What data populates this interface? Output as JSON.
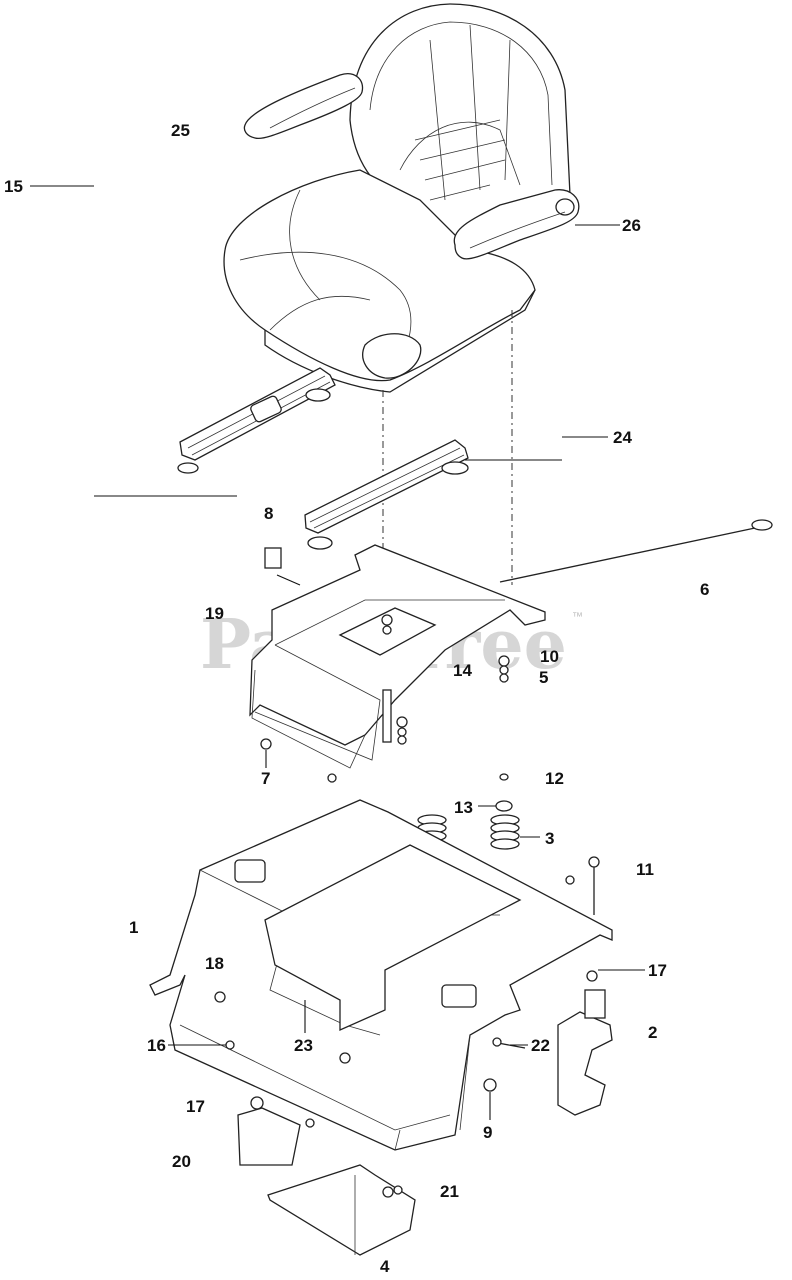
{
  "watermark": {
    "text": "PartsTree",
    "trademark": "™"
  },
  "labels": [
    {
      "id": "25",
      "text": "25"
    },
    {
      "id": "15",
      "text": "15"
    },
    {
      "id": "26",
      "text": "26"
    },
    {
      "id": "24",
      "text": "24"
    },
    {
      "id": "8",
      "text": "8"
    },
    {
      "id": "6",
      "text": "6"
    },
    {
      "id": "19",
      "text": "19"
    },
    {
      "id": "10",
      "text": "10"
    },
    {
      "id": "14",
      "text": "14"
    },
    {
      "id": "5",
      "text": "5"
    },
    {
      "id": "7",
      "text": "7"
    },
    {
      "id": "12",
      "text": "12"
    },
    {
      "id": "13",
      "text": "13"
    },
    {
      "id": "3",
      "text": "3"
    },
    {
      "id": "11",
      "text": "11"
    },
    {
      "id": "1",
      "text": "1"
    },
    {
      "id": "18",
      "text": "18"
    },
    {
      "id": "17a",
      "text": "17"
    },
    {
      "id": "2",
      "text": "2"
    },
    {
      "id": "16",
      "text": "16"
    },
    {
      "id": "23",
      "text": "23"
    },
    {
      "id": "22",
      "text": "22"
    },
    {
      "id": "17b",
      "text": "17"
    },
    {
      "id": "9",
      "text": "9"
    },
    {
      "id": "20",
      "text": "20"
    },
    {
      "id": "21",
      "text": "21"
    },
    {
      "id": "4",
      "text": "4"
    }
  ]
}
